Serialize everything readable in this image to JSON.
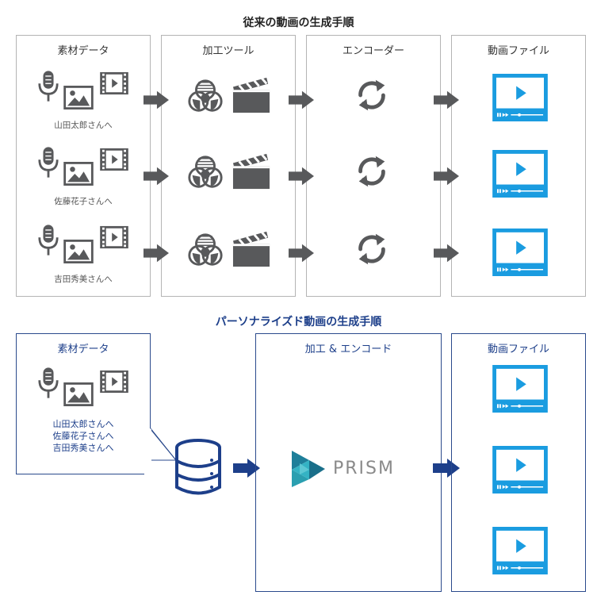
{
  "traditional": {
    "title": "従来の動画の生成手順",
    "columns": {
      "materials": "素材データ",
      "tools": "加工ツール",
      "encoder": "エンコーダー",
      "video": "動画ファイル"
    },
    "rows": [
      "山田太郎さんへ",
      "佐藤花子さんへ",
      "吉田秀美さんへ"
    ]
  },
  "personalized": {
    "title": "パーソナライズド動画の生成手順",
    "columns": {
      "materials": "素材データ",
      "process": "加工 & エンコード",
      "video": "動画ファイル"
    },
    "recipients": [
      "山田太郎さんへ",
      "佐藤花子さんへ",
      "吉田秀美さんへ"
    ],
    "logo_text": "PRISM"
  },
  "colors": {
    "gray_icon": "#58595b",
    "video_blue": "#1a9ce0",
    "navy": "#1d3f8a",
    "border_gray": "#b4b4b4",
    "logo_teal": "#2a9fb0"
  }
}
